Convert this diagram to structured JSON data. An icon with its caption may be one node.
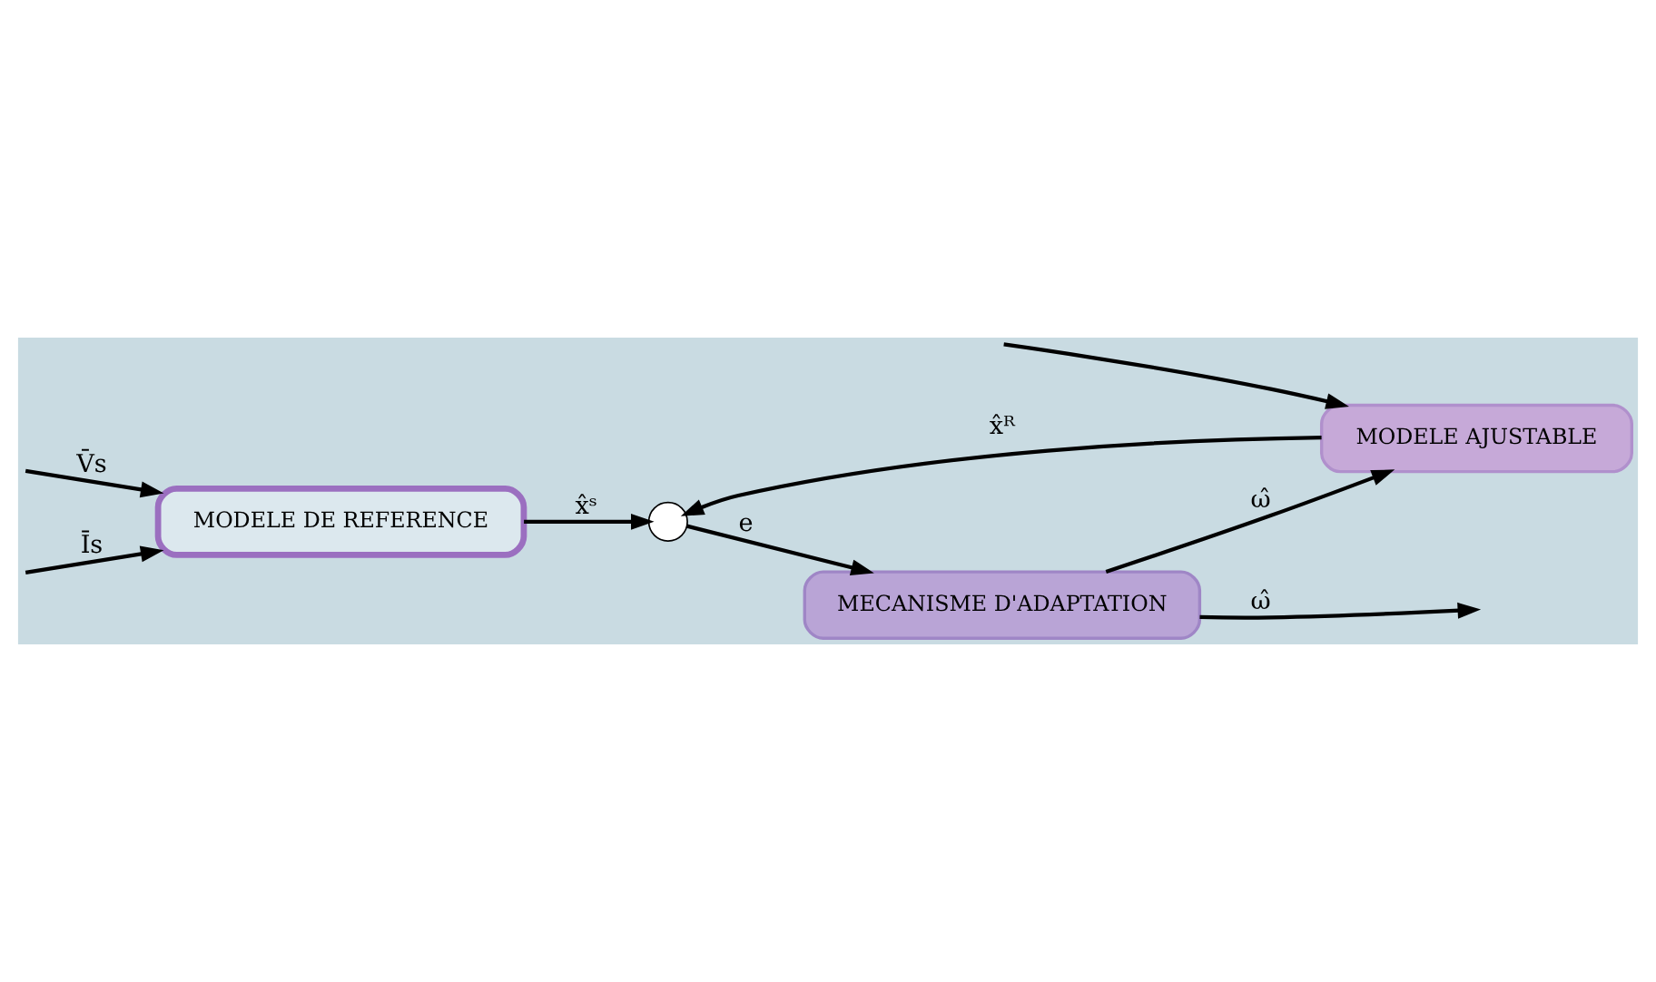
{
  "diagram": {
    "nodes": [
      {
        "text": [
          "MODELE DE REFERENCE"
        ]
      },
      {
        "text": [
          "MODELE AJUSTABLE"
        ]
      },
      {
        "text": [],
        "shape": "circle"
      },
      {
        "text": [
          "MECANISME D'ADAPTATION"
        ]
      }
    ],
    "edges": [
      {
        "from": null,
        "to": 0,
        "arrow": "to",
        "label": "V̄s"
      },
      {
        "from": null,
        "to": 0,
        "arrow": "to",
        "label": "Īs"
      },
      {
        "from": null,
        "to": 1,
        "arrow": "to"
      },
      {
        "from": 0,
        "to": 2,
        "arrow": "to",
        "label": "x̂ˢ"
      },
      {
        "from": 1,
        "to": 2,
        "arrow": "to",
        "label": "x̂ᴿ"
      },
      {
        "from": 2,
        "to": 3,
        "arrow": "to",
        "label": "e"
      },
      {
        "from": 3,
        "to": null,
        "arrow": "to",
        "label": "ω̂"
      },
      {
        "from": 3,
        "to": 1,
        "arrow": "to",
        "label": "ω̂"
      }
    ]
  }
}
